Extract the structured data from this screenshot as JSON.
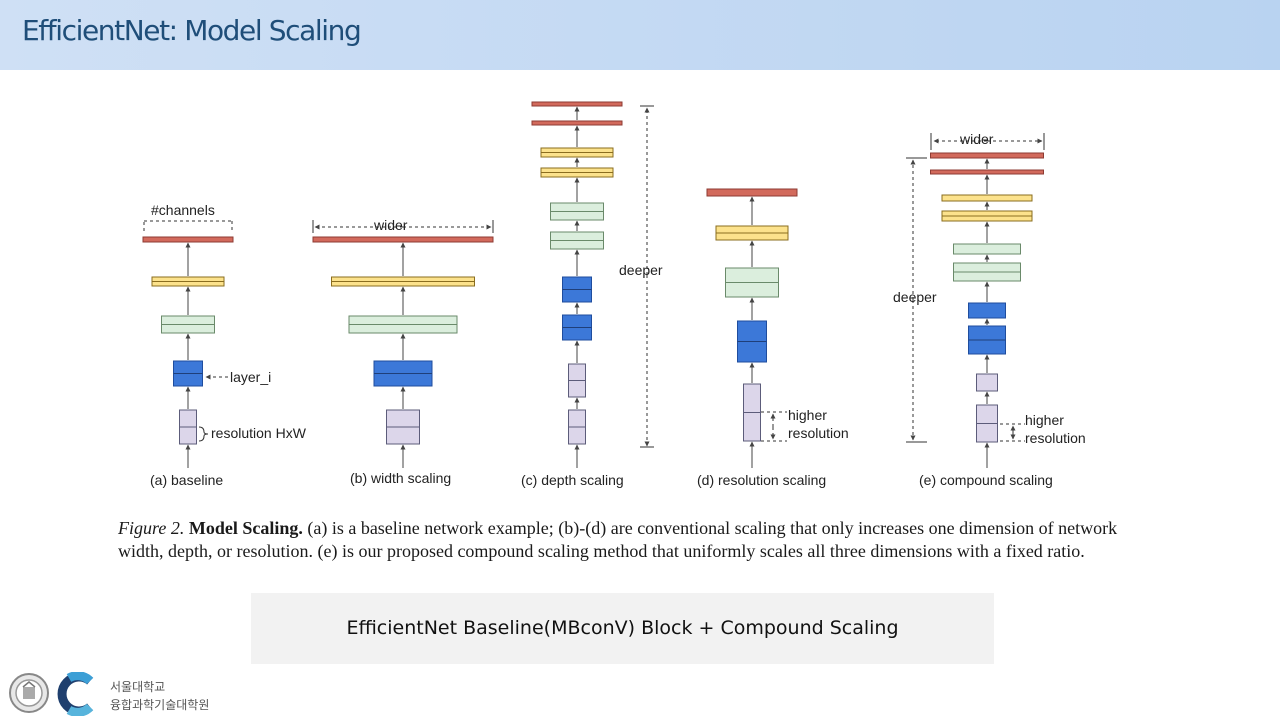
{
  "header": {
    "title": "EfficientNet: Model Scaling"
  },
  "figure": {
    "panels": [
      {
        "id": "baseline",
        "label": "(a) baseline"
      },
      {
        "id": "width",
        "label": "(b) width scaling"
      },
      {
        "id": "depth",
        "label": "(c) depth scaling"
      },
      {
        "id": "resolution",
        "label": "(d) resolution scaling"
      },
      {
        "id": "compound",
        "label": "(e) compound scaling"
      }
    ],
    "annotations": {
      "channels": "#channels",
      "wider_b": "wider",
      "layer_i": "layer_i",
      "resolution_hxw": "resolution HxW",
      "deeper_c": "deeper",
      "higher_d1": "higher",
      "resolution_d2": "resolution",
      "wider_e": "wider",
      "deeper_e": "deeper",
      "higher_e1": "higher",
      "resolution_e2": "resolution"
    },
    "layer_colors": {
      "red": "#d26a5c",
      "yellow": "#fce28c",
      "green": "#dbeedd",
      "blue": "#3c78d8",
      "purple": "#dcd6ea"
    }
  },
  "caption": {
    "label": "Figure 2.",
    "bold": "Model Scaling.",
    "text": "(a) is a baseline network example; (b)-(d) are conventional scaling that only increases one dimension of network width, depth, or resolution. (e) is our proposed compound scaling method that uniformly scales all three dimensions with a fixed ratio."
  },
  "summary": {
    "text": "EfficientNet Baseline(MBconV) Block + Compound Scaling"
  },
  "footer": {
    "org_line1": "서울대학교",
    "org_line2": "융합과학기술대학원"
  }
}
